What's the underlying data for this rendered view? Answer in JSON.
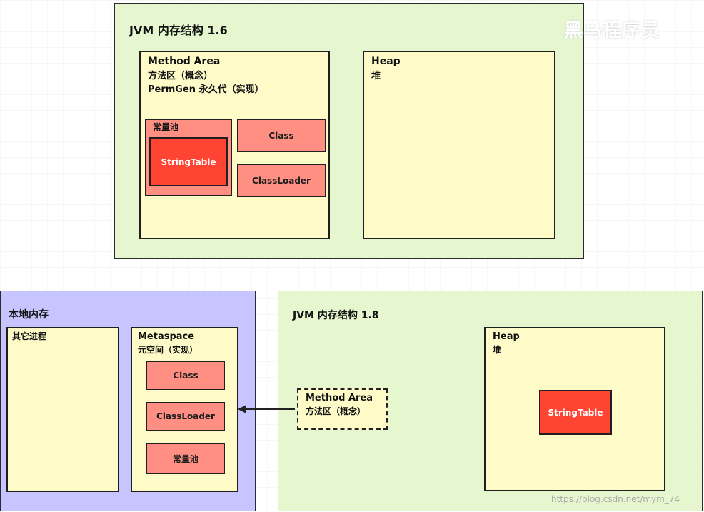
{
  "jvm16": {
    "title": "JVM 内存结构 1.6",
    "method_area": {
      "line1": "Method Area",
      "line2": "方法区（概念）",
      "line3": "PermGen 永久代（实现）"
    },
    "constant_pool_label": "常量池",
    "string_table": "StringTable",
    "class": "Class",
    "classloader": "ClassLoader",
    "heap": {
      "line1": "Heap",
      "line2": "堆"
    }
  },
  "native": {
    "title": "本地内存",
    "other_process": "其它进程",
    "metaspace": {
      "line1": "Metaspace",
      "line2": "元空间（实现）"
    },
    "class": "Class",
    "classloader": "ClassLoader",
    "constant_pool": "常量池"
  },
  "jvm18": {
    "title": "JVM 内存结构 1.8",
    "method_area": {
      "line1": "Method Area",
      "line2": "方法区（概念）"
    },
    "heap": {
      "line1": "Heap",
      "line2": "堆"
    },
    "string_table": "StringTable"
  },
  "watermark": "https://blog.csdn.net/mym_74",
  "top_watermark": "黑马程序员"
}
